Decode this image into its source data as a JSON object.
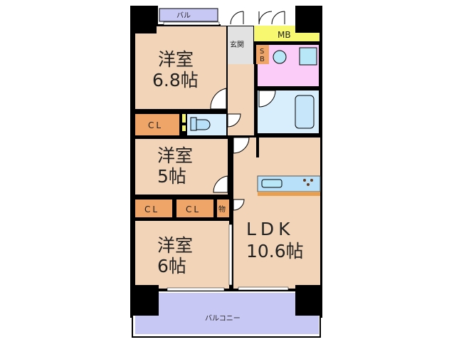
{
  "rooms": {
    "western_room_1": {
      "name": "洋室",
      "size": "6.8帖"
    },
    "western_room_2": {
      "name": "洋室",
      "size": "5帖"
    },
    "western_room_3": {
      "name": "洋室",
      "size": "6帖"
    },
    "ldk": {
      "name": "LDK",
      "size": "10.6帖"
    },
    "entrance": "玄関",
    "meter_box": "MB",
    "shoe_box_top": "S",
    "shoe_box_bottom": "B",
    "closet_1": "CL",
    "closet_2": "CL",
    "closet_3": "CL",
    "storage": "物",
    "balcony_small": "バル",
    "balcony": "バルコニー"
  },
  "colors": {
    "room": "#F2D4B8",
    "wall": "#000000",
    "balcony": "#C8C8F4",
    "closet": "#EFA468",
    "meter_box": "#F8F870",
    "washroom": "#FCCCF8",
    "bath": "#D8EEFC",
    "entrance": "#E2E2E2"
  }
}
